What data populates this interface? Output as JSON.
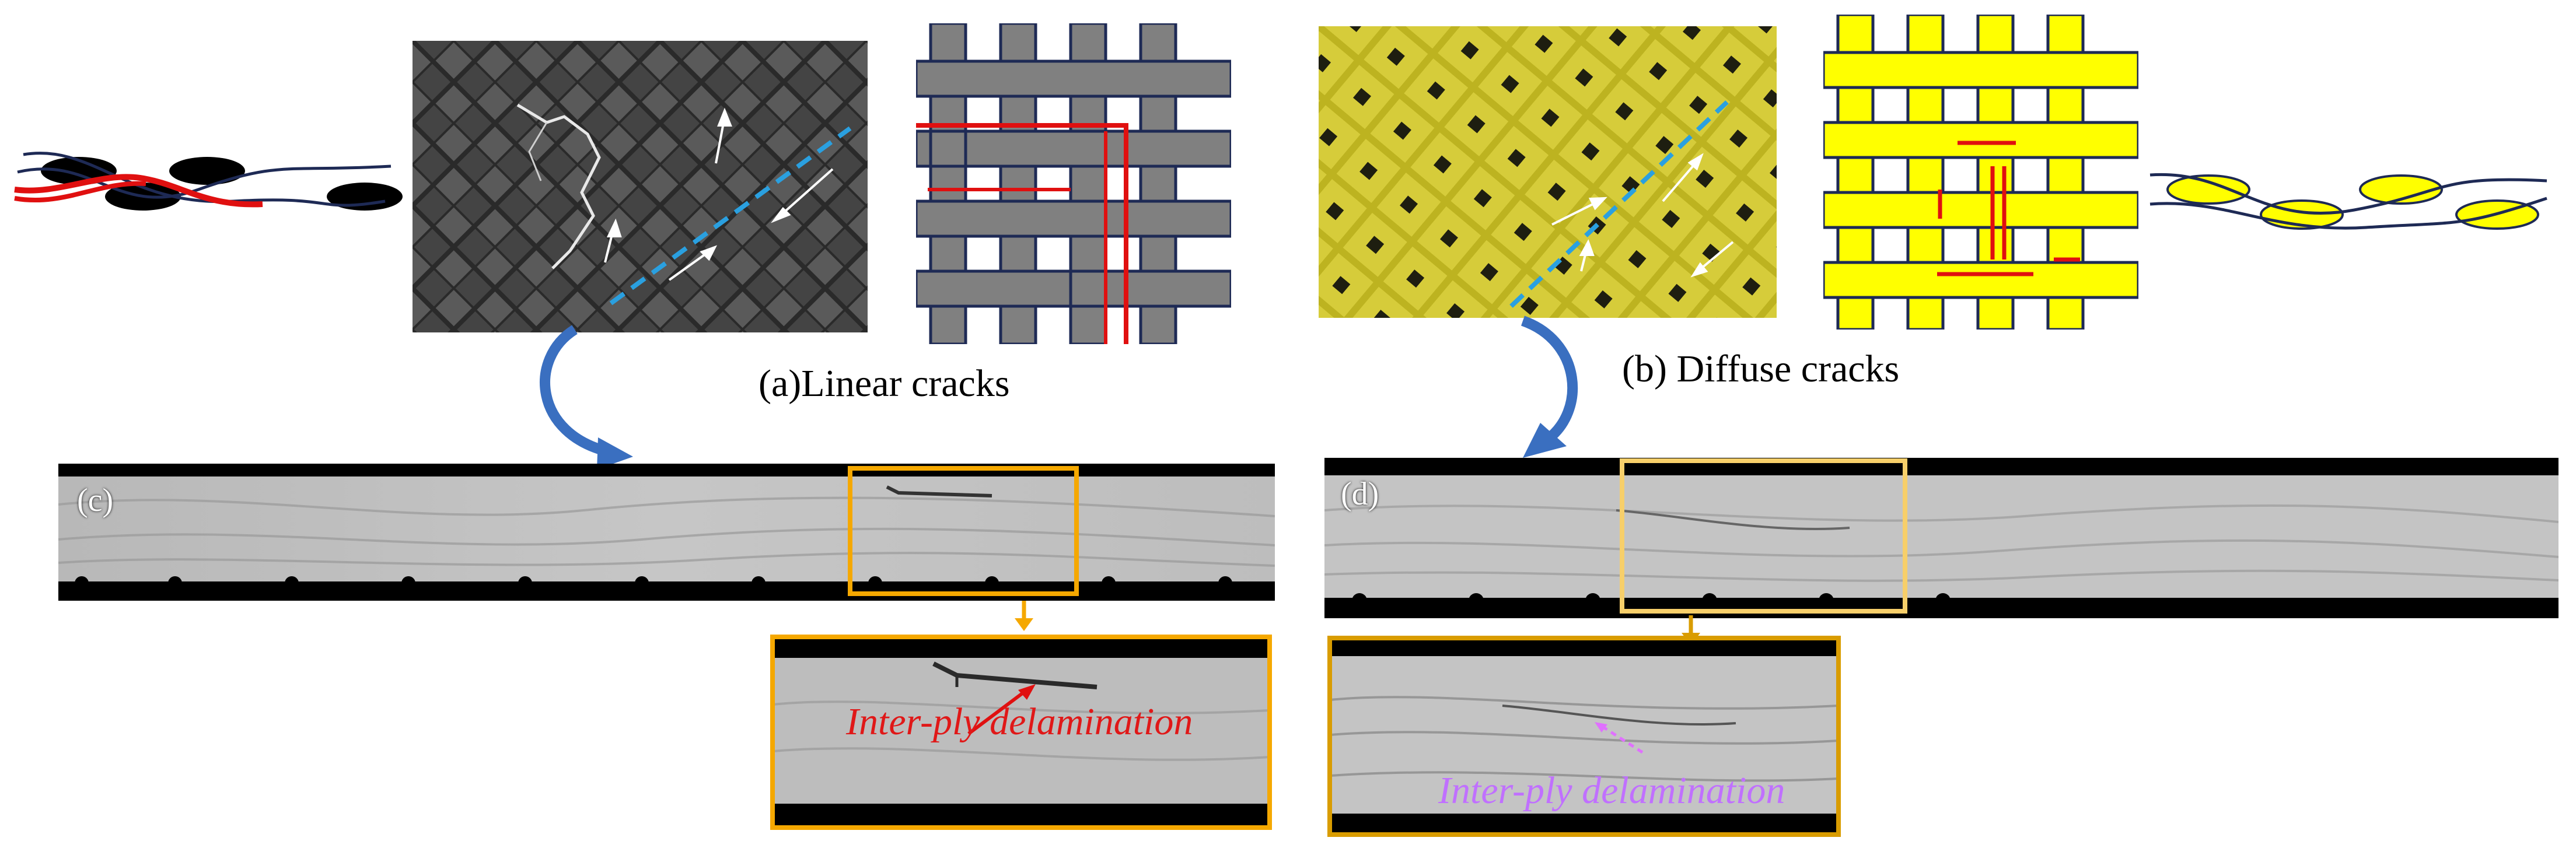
{
  "captions": {
    "a": "(a)Linear cracks",
    "b": "(b) Diffuse cracks"
  },
  "panels": {
    "c": "(c)",
    "d": "(d)"
  },
  "annotations": {
    "delam_left": "Inter-ply delamination",
    "delam_right": "Inter-ply delamination"
  },
  "colors": {
    "carbon_weave": "#3c3c3c",
    "glass_weave": "#c9be20",
    "schematic_grey": "#808080",
    "schematic_yellow": "#ffff00",
    "crack_red": "#e01010",
    "trace_blue": "#2aa0e0",
    "curve_arrow": "#3a6fc0",
    "zoom_box": "#f5a800",
    "label_red": "#e01818",
    "label_violet": "#c070ff"
  }
}
